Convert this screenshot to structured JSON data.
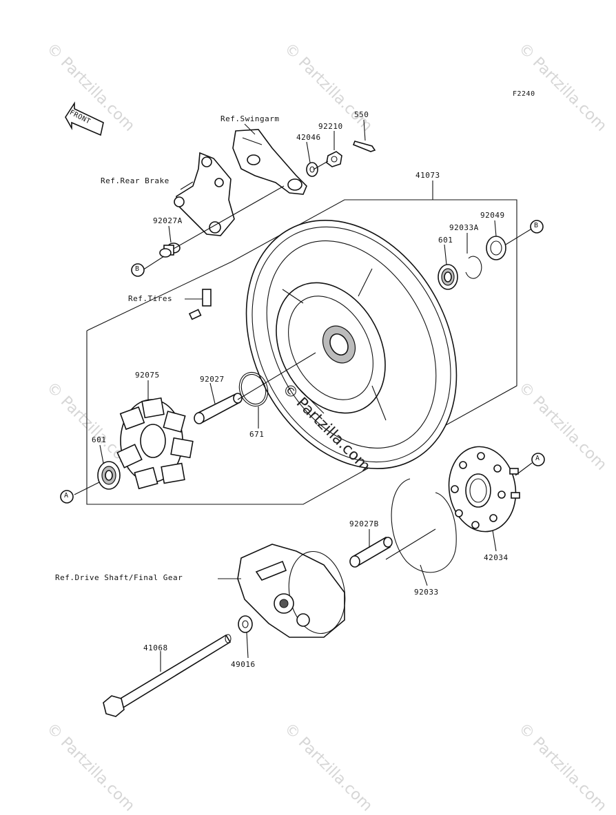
{
  "diagram_code": "F2240",
  "front_label": "FRONT",
  "watermark": "© Partzilla.com",
  "callout_a": "A",
  "callout_b": "B",
  "refs": {
    "swingarm": "Ref.Swingarm",
    "rear_brake": "Ref.Rear Brake",
    "tires": "Ref.Tires",
    "drive_shaft": "Ref.Drive Shaft/Final Gear"
  },
  "parts": {
    "p550": "550",
    "p92210": "92210",
    "p42046": "42046",
    "p41073": "41073",
    "p92049": "92049",
    "p92033A": "92033A",
    "p601_top": "601",
    "p92027A": "92027A",
    "p92075": "92075",
    "p92027": "92027",
    "p671": "671",
    "p601_left": "601",
    "p92027B": "92027B",
    "p42034": "42034",
    "p92033": "92033",
    "p41068": "41068",
    "p49016": "49016"
  }
}
